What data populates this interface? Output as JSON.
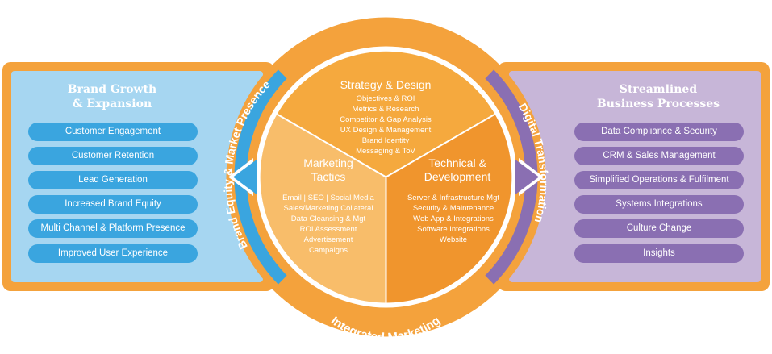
{
  "left_panel": {
    "title_line1": "Brand Growth",
    "title_line2": "& Expansion",
    "items": [
      "Customer Engagement",
      "Customer Retention",
      "Lead Generation",
      "Increased Brand Equity",
      "Multi Channel & Platform Presence",
      "Improved User Experience"
    ]
  },
  "right_panel": {
    "title_line1": "Streamlined",
    "title_line2": "Business Processes",
    "items": [
      "Data Compliance & Security",
      "CRM & Sales Management",
      "Simplified Operations & Fulfilment",
      "Systems Integrations",
      "Culture Change",
      "Insights"
    ]
  },
  "ring": {
    "top_label": "Integrated Marketing",
    "bottom_label": "Integrated Marketing",
    "left_label": "Brand Equity & Market Presence",
    "right_label": "Digital Transformation"
  },
  "segments": {
    "strategy": {
      "title": "Strategy & Design",
      "items": [
        "Objectives & ROI",
        "Metrics & Research",
        "Competitor & Gap Analysis",
        "UX Design & Management",
        "Brand Identity",
        "Messaging & ToV"
      ]
    },
    "marketing": {
      "title_line1": "Marketing",
      "title_line2": "Tactics",
      "items": [
        "Email | SEO | Social Media",
        "Sales/Marketing Collateral",
        "Data Cleansing & Mgt",
        "ROI Assessment",
        "Advertisement",
        "Campaigns"
      ]
    },
    "technical": {
      "title_line1": "Technical &",
      "title_line2": "Development",
      "items": [
        "Server & Infrastructure Mgt",
        "Security & Maintenance",
        "Web App & Integrations",
        "Software Integrations",
        "Website"
      ]
    }
  },
  "colors": {
    "orange": "#f4a23c",
    "light_blue": "#a6d6f1",
    "blue": "#3aa5df",
    "purple": "#8a6fb2",
    "light_purple": "#c7b6d8"
  }
}
